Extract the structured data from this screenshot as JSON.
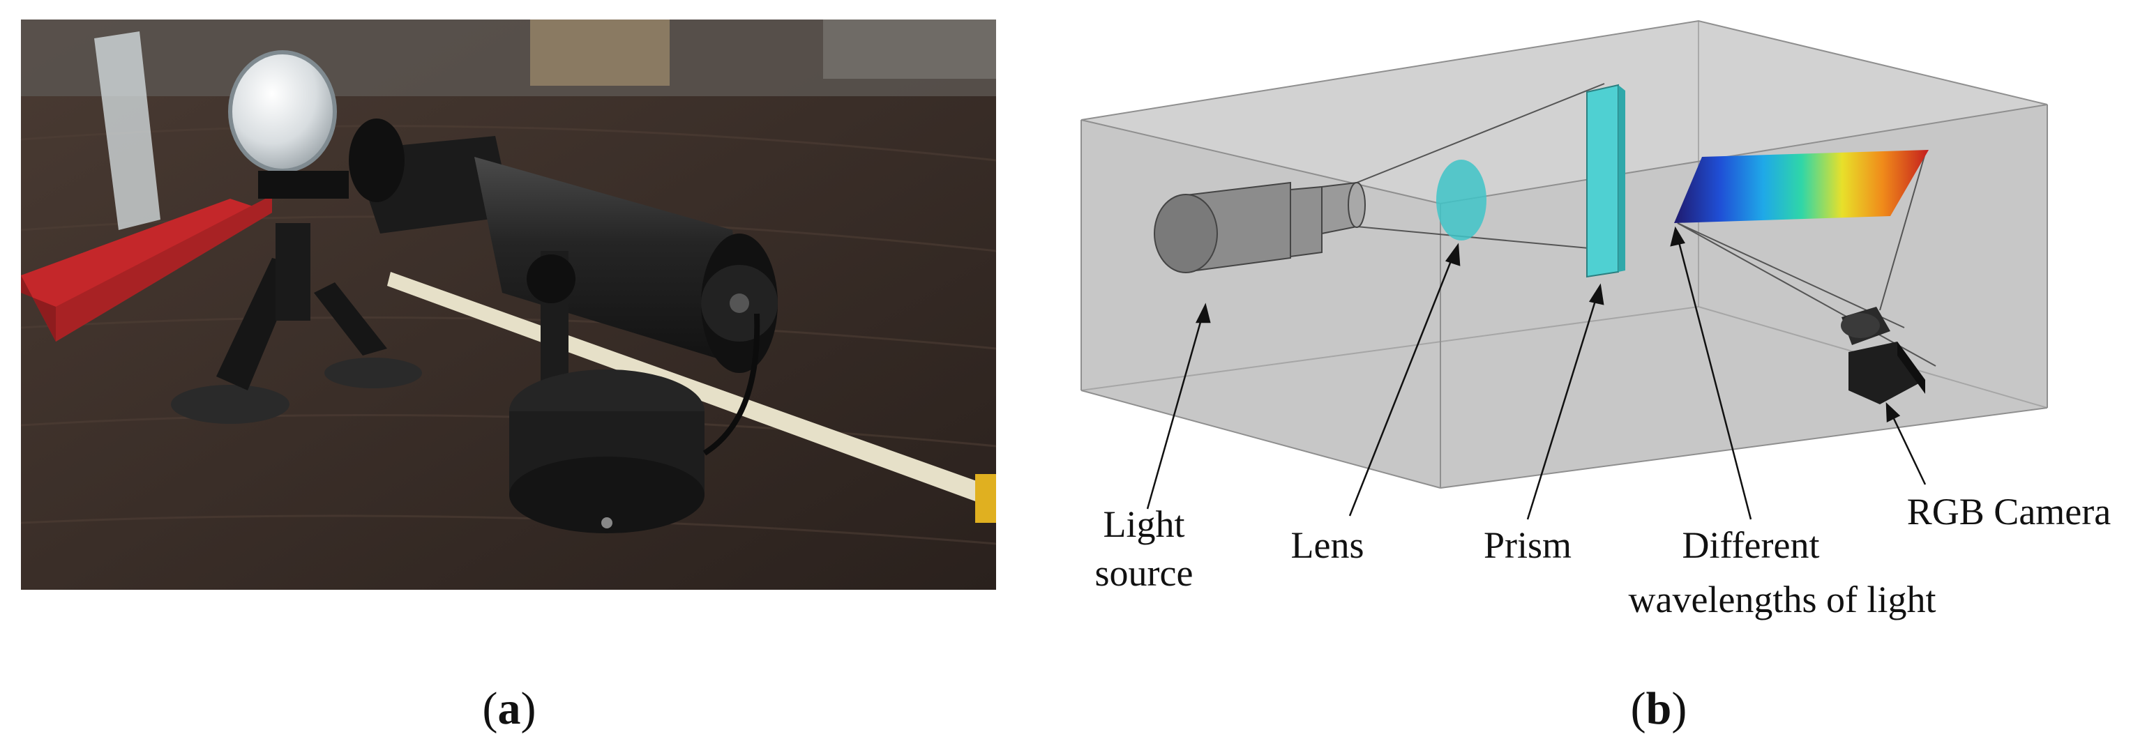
{
  "panels": [
    {
      "label_open": "(",
      "label_letter": "a",
      "label_close": ")",
      "kind": "photograph",
      "photo_subject": "flashlight light source on mount with magnifying lens and glass prism on red box, on a wooden desk beside a tape measure"
    },
    {
      "label_open": "(",
      "label_letter": "b",
      "label_close": ")",
      "kind": "schematic",
      "labels": {
        "light_source_line1": "Light",
        "light_source_line2": "source",
        "lens": "Lens",
        "prism": "Prism",
        "wavelengths_line1": "Different",
        "wavelengths_line2": "wavelengths  of light",
        "camera": "RGB Camera"
      }
    }
  ],
  "colors": {
    "box_fill": "#c4c4c4",
    "box_edge": "#8f8f8f",
    "lens": "#3fc4c8",
    "prism": "#4fd0d2",
    "table": "#3b2f29",
    "red_box": "#c4272a",
    "spectrum": [
      "#1f1a6e",
      "#1f4fd6",
      "#1fa8e8",
      "#2fd6a8",
      "#e8e02a",
      "#f08a1a",
      "#c41e1e"
    ]
  },
  "icons": [
    "flashlight-icon",
    "lens-icon",
    "prism-icon",
    "camera-icon"
  ]
}
